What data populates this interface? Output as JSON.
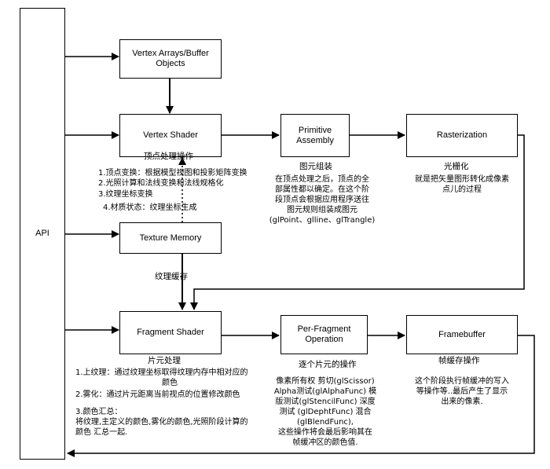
{
  "boxes": {
    "api": "API",
    "vertex_arrays": "Vertex Arrays/Buffer Objects",
    "vertex_shader": "Vertex Shader",
    "primitive_assembly": "Primitive Assembly",
    "rasterization": "Rasterization",
    "texture_memory": "Texture Memory",
    "fragment_shader": "Fragment Shader",
    "per_fragment": "Per-Fragment Operation",
    "framebuffer": "Framebuffer"
  },
  "labels": {
    "vertex_shader": "顶点处理操作",
    "primitive_assembly": "图元组装",
    "rasterization": "光栅化",
    "texture_memory": "纹理缓存",
    "fragment_shader": "片元处理",
    "per_fragment": "逐个片元的操作",
    "framebuffer": "帧缓存操作"
  },
  "notes": {
    "vertex": [
      "1.顶点变换：根据模型视图和投影矩阵变换",
      "2.光照计算和法线变换和法线规格化",
      "3.纹理坐标变换",
      "4.材质状态：纹理坐标生成"
    ],
    "primitive": [
      "在顶点处理之后，顶点的全",
      "部属性都以确定。在这个阶",
      "段顶点会根据应用程序送往",
      "图元规则组装成图元",
      "(glPoint、glline、glTrangle)"
    ],
    "raster": [
      "就是把矢量图形转化成像素",
      "点儿的过程"
    ],
    "fragment": [
      "1.上纹理：通过纹理坐标取得纹理内存中相对应的",
      "颜色",
      "2.雾化：通过片元距离当前视点的位置修改颜色",
      "3.颜色汇总：",
      "将纹理,主定义的颜色,雾化的颜色,光照阶段计算的",
      "颜色 汇总一起."
    ],
    "per_fragment": [
      "像素所有权 剪切(glScissor)",
      "Alpha测试(glAlphaFunc) 模",
      "版测试(glStencilFunc) 深度",
      "测试 (glDephtFunc) 混合",
      "(glBlendFunc),",
      "这些操作将会最后影响其在",
      "帧缓冲区的颜色值."
    ],
    "framebuffer": [
      "这个阶段执行帧缓冲的写入",
      "等操作等..最后产生了显示",
      "出来的像素."
    ]
  }
}
